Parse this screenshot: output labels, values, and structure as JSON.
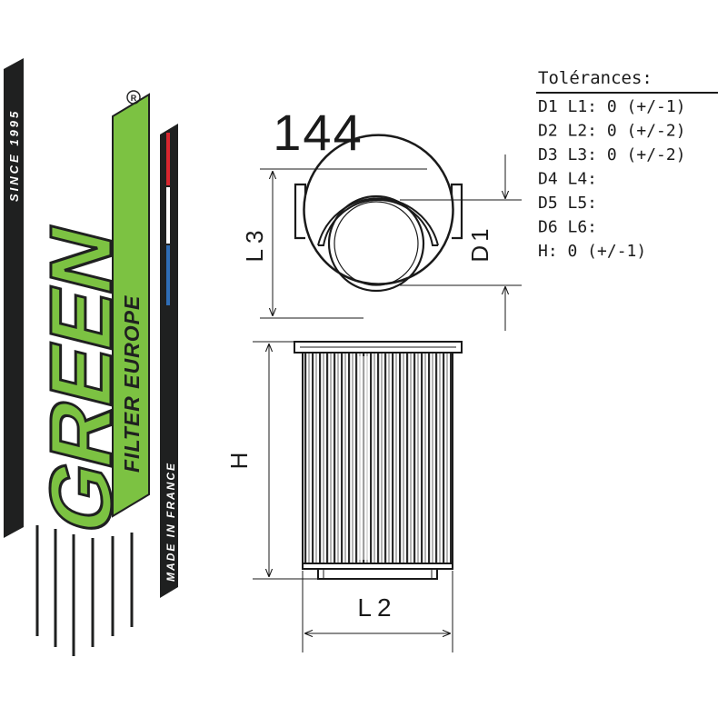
{
  "brand": {
    "logo_text": "GREEN",
    "since": "SINCE 1995",
    "subtitle": "FILTER EUROPE",
    "made_in": "MADE IN FRANCE",
    "registered_mark": "R",
    "colors": {
      "green": "#7cc242",
      "dark": "#1f2020",
      "flag_red": "#d8262f",
      "flag_blue": "#2f6db5"
    }
  },
  "drawing": {
    "part_number": "144",
    "labels": {
      "l3": "L3",
      "d1": "D1",
      "h": "H",
      "l2": "L2"
    }
  },
  "tolerances": {
    "title": "Tolérances:",
    "rows": [
      "D1 L1: 0 (+/-1)",
      "D2 L2: 0 (+/-2)",
      "D3 L3: 0 (+/-2)",
      "D4 L4:",
      "D5 L5:",
      "D6 L6:",
      "H: 0 (+/-1)"
    ]
  }
}
